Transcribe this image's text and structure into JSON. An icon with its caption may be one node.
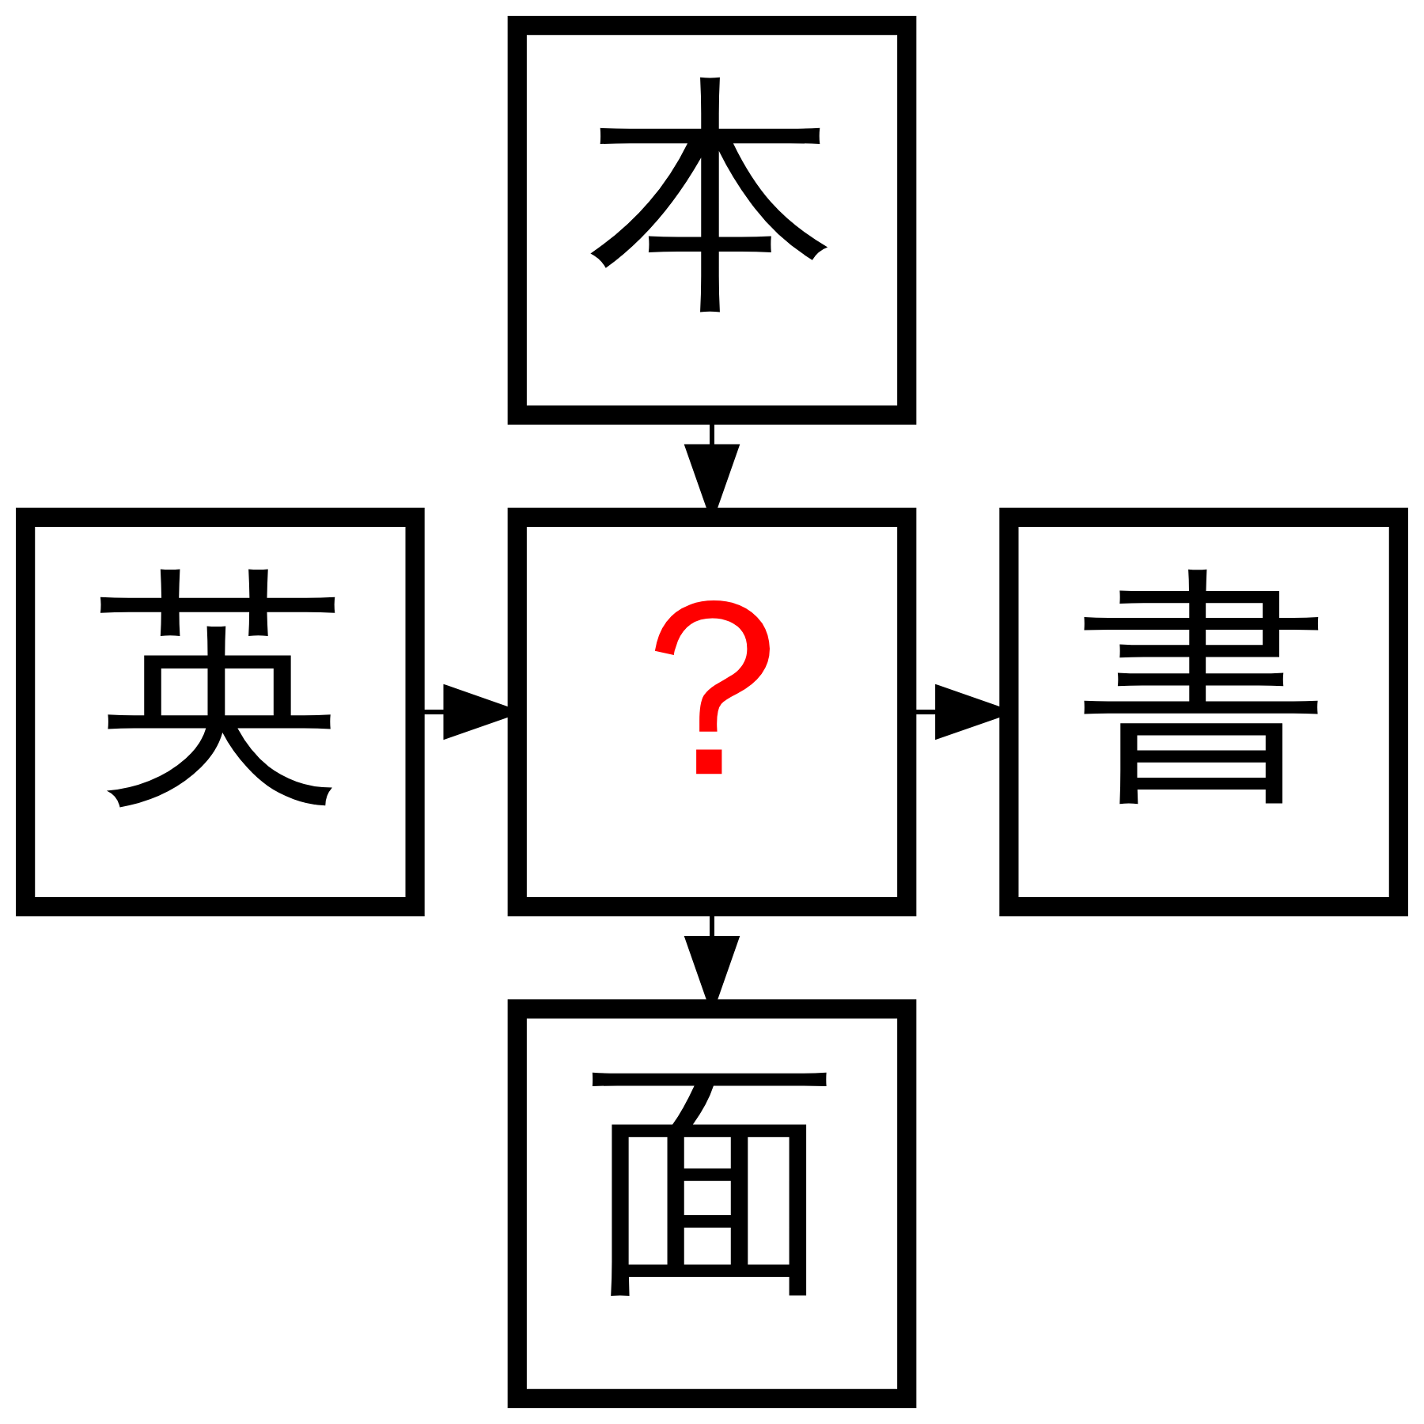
{
  "diagram": {
    "nodes": [
      {
        "text": [
          "本"
        ]
      },
      {
        "text": [
          "英"
        ]
      },
      {
        "text": [
          "？"
        ]
      },
      {
        "text": [
          "書"
        ]
      },
      {
        "text": [
          "面"
        ]
      }
    ],
    "edges": [
      {
        "from": 0,
        "to": 2,
        "arrow": "to"
      },
      {
        "from": 1,
        "to": 2,
        "arrow": "to"
      },
      {
        "from": 2,
        "to": 3,
        "arrow": "to"
      },
      {
        "from": 2,
        "to": 4,
        "arrow": "to"
      }
    ]
  }
}
